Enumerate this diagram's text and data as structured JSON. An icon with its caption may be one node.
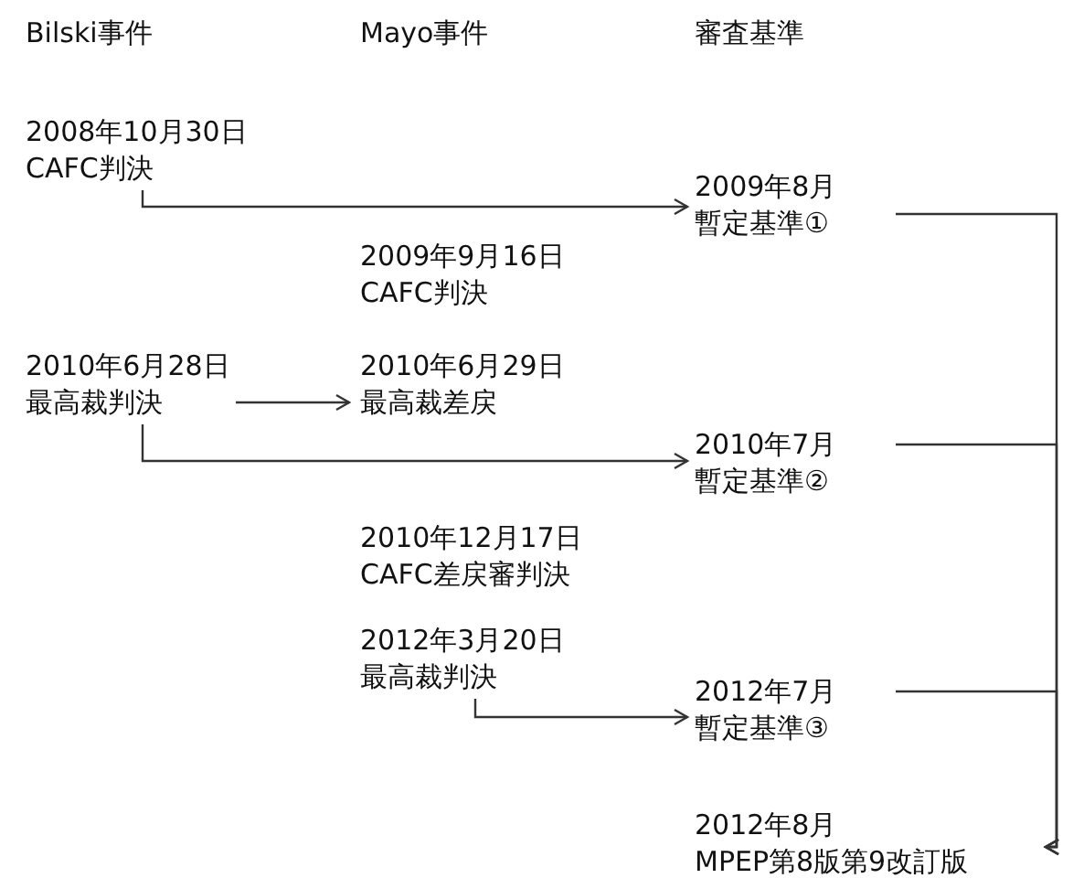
{
  "diagram": {
    "nodes": [
      {
        "text": [
          "2008年10月30日",
          "CAFC判決"
        ]
      },
      {
        "text": [
          "2009年8月",
          "暫定基準①"
        ]
      },
      {
        "text": [
          "2009年9月16日",
          "CAFC判決"
        ]
      },
      {
        "text": [
          "2010年6月28日",
          "最高裁判決"
        ]
      },
      {
        "text": [
          "2010年6月29日",
          "最高裁差戻"
        ]
      },
      {
        "text": [
          "2010年7月",
          "暫定基準②"
        ]
      },
      {
        "text": [
          "2010年12月17日",
          "CAFC差戻審判決"
        ]
      },
      {
        "text": [
          "2012年3月20日",
          "最高裁判決"
        ]
      },
      {
        "text": [
          "2012年7月",
          "暫定基準③"
        ]
      },
      {
        "text": [
          "2012年8月",
          "MPEP第8版第9改訂版"
        ]
      }
    ],
    "edges": [
      {
        "from": 0,
        "to": 1,
        "arrow": "to"
      },
      {
        "from": 3,
        "to": 4,
        "arrow": "to"
      },
      {
        "from": 3,
        "to": 5,
        "arrow": "to"
      },
      {
        "from": 7,
        "to": 8,
        "arrow": "to"
      },
      {
        "from": 1,
        "to": 9,
        "arrow": "to"
      },
      {
        "from": 5,
        "to": 9,
        "arrow": "to"
      },
      {
        "from": 8,
        "to": 9,
        "arrow": "to"
      }
    ],
    "labels": [
      "Bilski事件",
      "Mayo事件",
      "審査基準"
    ]
  }
}
